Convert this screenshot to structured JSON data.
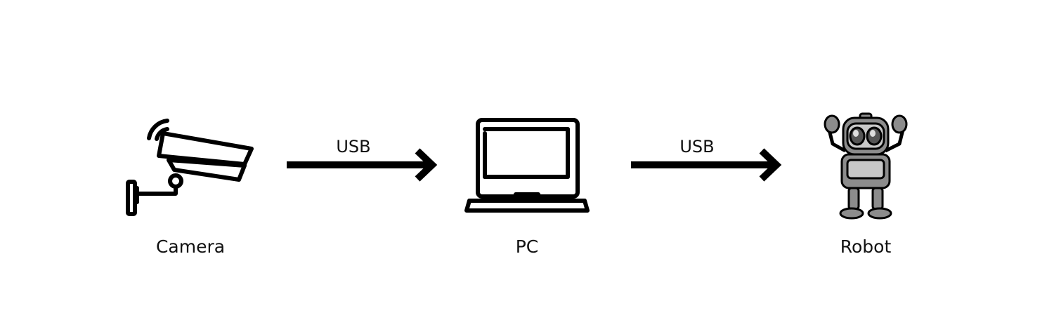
{
  "nodes": [
    {
      "id": "camera",
      "label": "Camera",
      "icon": "security-camera-icon"
    },
    {
      "id": "pc",
      "label": "PC",
      "icon": "laptop-icon"
    },
    {
      "id": "robot",
      "label": "Robot",
      "icon": "robot-icon"
    }
  ],
  "edges": [
    {
      "from": "camera",
      "to": "pc",
      "label": "USB"
    },
    {
      "from": "pc",
      "to": "robot",
      "label": "USB"
    }
  ],
  "colors": {
    "stroke": "#000000",
    "robot_fill": "#8c8c8c",
    "robot_light": "#c8c8c8"
  }
}
